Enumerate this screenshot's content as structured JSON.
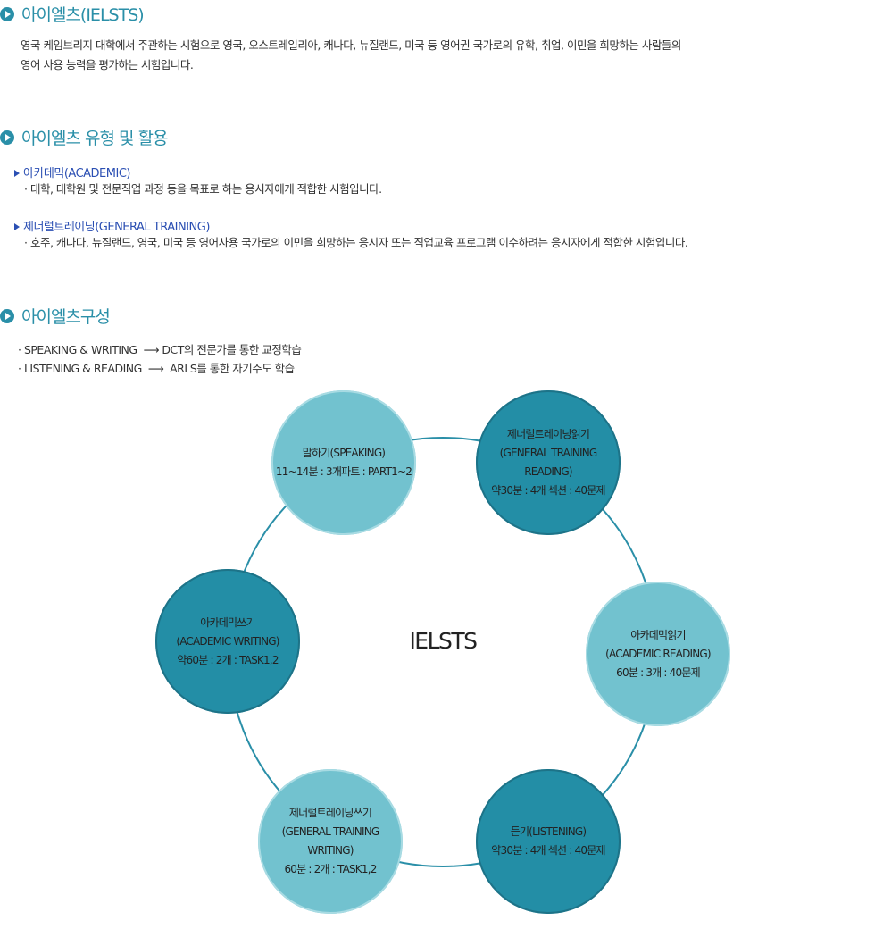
{
  "s1": {
    "title": "아이엘츠(IELSTS)",
    "l1": "영국 케임브리지 대학에서 주관하는 시험으로 영국, 오스트레일리아, 캐나다, 뉴질랜드, 미국 등 영어권 국가로의 유학, 취업, 이민을 희망하는 사람들의",
    "l2": "영어 사용 능력을 평가하는 시험입니다."
  },
  "s2": {
    "title": "아이엘츠 유형 및 활용",
    "a_title": "아카데믹(ACADEMIC)",
    "a_desc": "· 대학, 대학원 및 전문직업 과정 등을 목표로 하는 응시자에게 적합한 시험입니다.",
    "g_title": "제너럴트레이닝(GENERAL TRAINING)",
    "g_desc": "· 호주, 캐나다, 뉴질랜드, 영국, 미국 등 영어사용 국가로의 이민을 희망하는 응시자 또는 직업교육 프로그램 이수하려는 응시자에게 적합한 시험입니다."
  },
  "s3": {
    "title": "아이엘츠구성",
    "b1": "· SPEAKING & WRITING  ⟶ DCT의 전문가를 통한 교정학습",
    "b2": "· LISTENING & READING  ⟶  ARLS를 통한 자기주도 학습"
  },
  "center": "IELSTS",
  "circles": [
    {
      "l1": "말하기(SPEAKING)",
      "l2": "11~14분 : 3개파트 : PART1~2",
      "l3": ""
    },
    {
      "l1": "제너럴트레이닝읽기",
      "l2": "(GENERAL TRAINING READING)",
      "l3": "약30분 : 4개 섹션 : 40문제"
    },
    {
      "l1": "아카데믹읽기",
      "l2": "(ACADEMIC READING)",
      "l3": "60분 : 3개 : 40문제"
    },
    {
      "l1": "듣기(LISTENING)",
      "l2": "약30분 : 4개 섹션 : 40문제",
      "l3": ""
    },
    {
      "l1": "제너럴트레이닝쓰기",
      "l2": "(GENERAL TRAINING WRITING)",
      "l3": "60분 : 2개 : TASK1,2"
    },
    {
      "l1": "아카데믹쓰기",
      "l2": "(ACADEMIC WRITING)",
      "l3": "약60분 : 2개 : TASK1,2"
    }
  ]
}
